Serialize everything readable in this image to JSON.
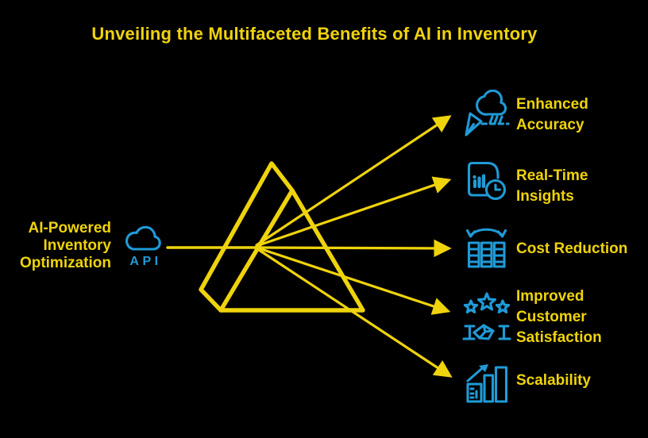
{
  "colors": {
    "yellow": "#EFD30C",
    "blue": "#1F9BD7",
    "background": "#000000"
  },
  "title": "Unveiling the Multifaceted Benefits of AI in Inventory",
  "source": {
    "label": "AI-Powered Inventory Optimization",
    "api_label": "API"
  },
  "benefits": [
    {
      "label": "Enhanced Accuracy",
      "icon": "cloud-delivery-accuracy-icon"
    },
    {
      "label": "Real-Time Insights",
      "icon": "report-clock-icon"
    },
    {
      "label": "Cost Reduction",
      "icon": "inventory-columns-arrows-icon"
    },
    {
      "label": "Improved Customer Satisfaction",
      "icon": "stars-handshake-icon"
    },
    {
      "label": "Scalability",
      "icon": "growth-chart-arrow-icon"
    }
  ]
}
